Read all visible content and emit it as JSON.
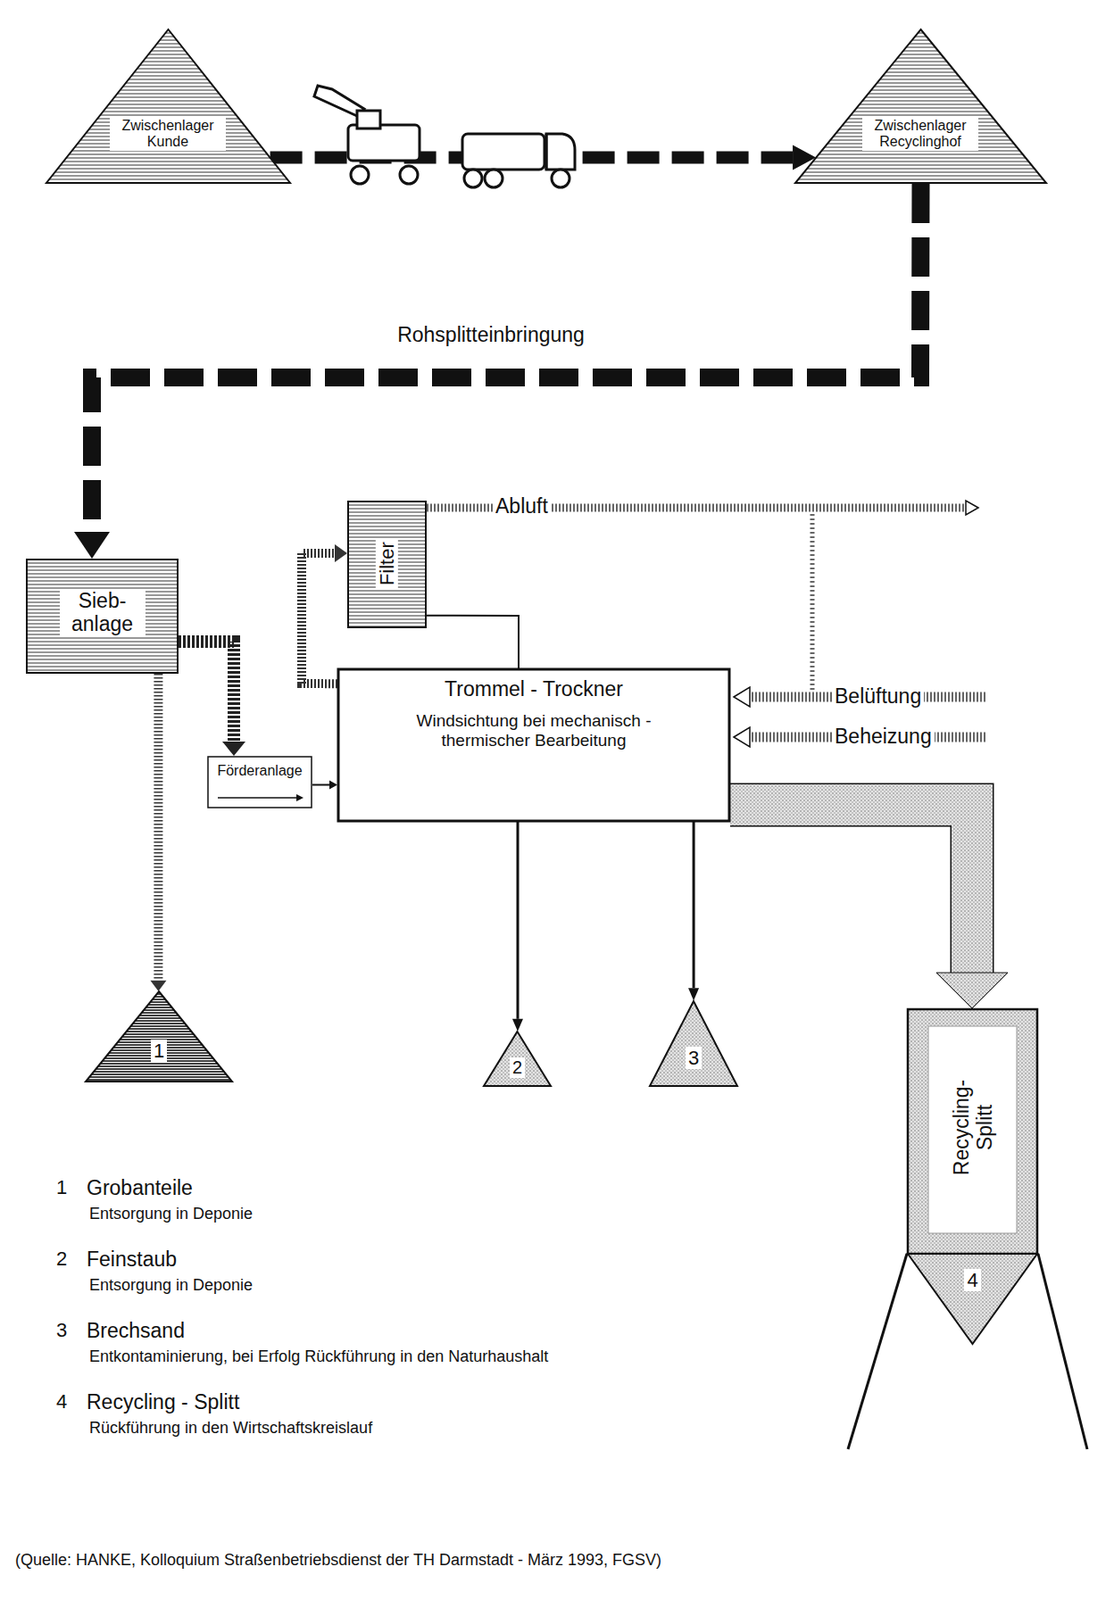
{
  "diagram": {
    "caption": "(Quelle: HANKE, Kolloquium Straßenbetriebsdienst der TH Darmstadt - März 1993, FGSV)",
    "nodes": [
      {
        "text": [
          "Zwischenlager Kunde"
        ]
      },
      {
        "text": [
          "Zwischenlager Recyclinghof"
        ]
      },
      {
        "text": [
          "Sieb- anlage"
        ]
      },
      {
        "text": [
          "Förderanlage"
        ]
      },
      {
        "text": [
          "Filter"
        ]
      },
      {
        "text": [
          "Trommel - Trockner",
          "Windsichtung bei mechanisch - thermischer Bearbeitung"
        ]
      },
      {
        "text": [
          "1"
        ]
      },
      {
        "text": [
          "2"
        ]
      },
      {
        "text": [
          "3"
        ]
      },
      {
        "text": [
          "Recycling- Splitt",
          "4"
        ]
      }
    ],
    "edges": [
      {
        "from": 0,
        "to": 1,
        "arrow": "to"
      },
      {
        "from": 1,
        "to": 2,
        "label": "Rohsplitteinbringung",
        "arrow": "to"
      },
      {
        "from": 2,
        "to": 3,
        "arrow": "to"
      },
      {
        "from": 3,
        "to": 5,
        "arrow": "to"
      },
      {
        "from": 5,
        "to": 4,
        "arrow": "to"
      },
      {
        "from": 4,
        "to": 5,
        "arrow": "none"
      },
      {
        "from": 2,
        "to": 6,
        "arrow": "to"
      },
      {
        "from": 5,
        "to": 7,
        "arrow": "to"
      },
      {
        "from": 5,
        "to": 8,
        "arrow": "to"
      },
      {
        "from": 5,
        "to": 9,
        "arrow": "to"
      }
    ],
    "labels": [
      "Abluft",
      "Belüftung",
      "Beheizung",
      "1",
      "Grobanteile",
      "Entsorgung in Deponie",
      "2",
      "Feinstaub",
      "Entsorgung in Deponie",
      "3",
      "Brechsand",
      "Entkontaminierung, bei Erfolg Rückführung in den Naturhaushalt",
      "4",
      "Recycling - Splitt",
      "Rückführung in den Wirtschaftskreislauf"
    ]
  }
}
